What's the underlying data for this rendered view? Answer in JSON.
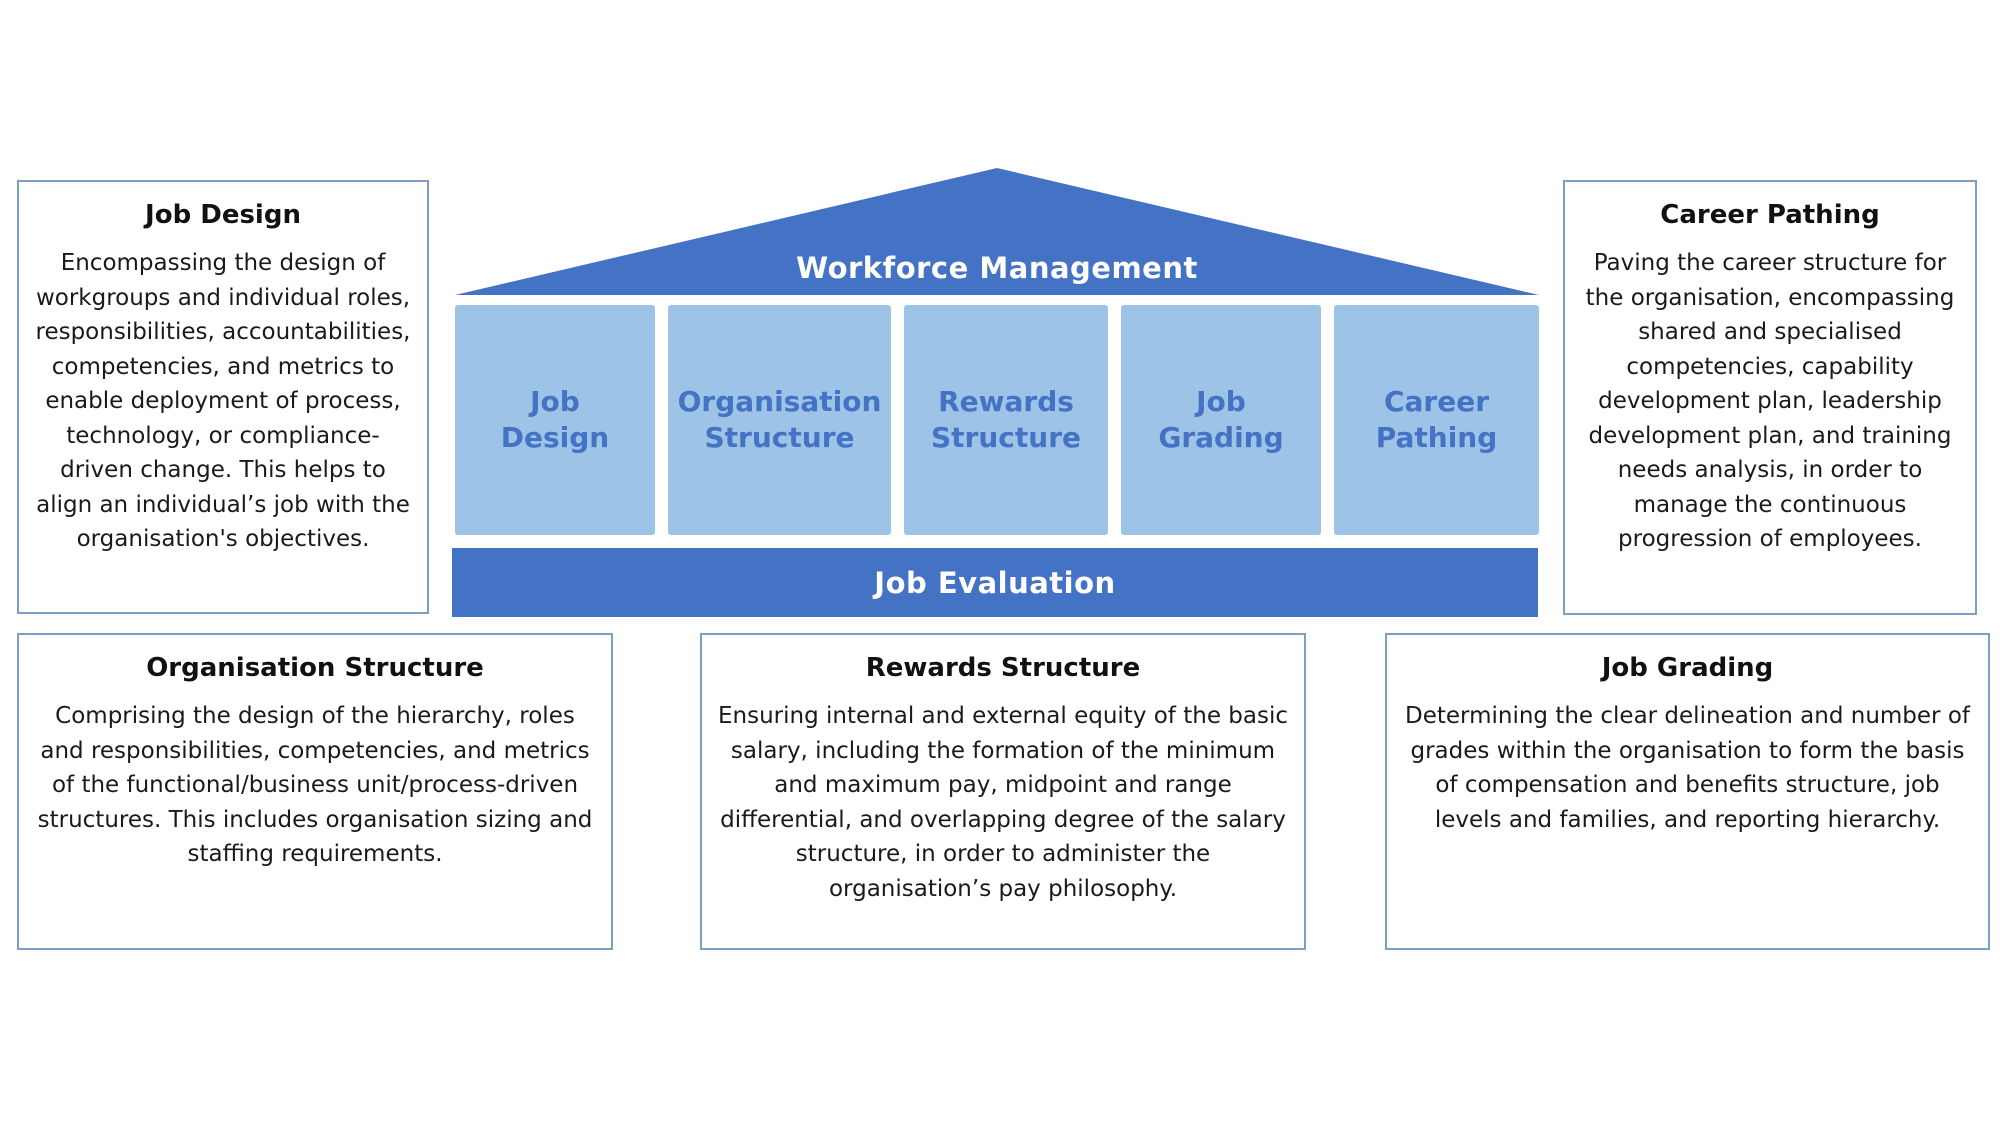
{
  "colors": {
    "accent_blue": "#4472C4",
    "pillar_fill": "#9DC3E6",
    "box_border": "#7DA0BE",
    "body_text": "#1A1A1A",
    "label_white": "#FFFFFF"
  },
  "temple": {
    "roof_label": "Workforce Management",
    "base_label": "Job Evaluation",
    "pillars": [
      {
        "line1": "Job",
        "line2": "Design"
      },
      {
        "line1": "Organisation",
        "line2": "Structure"
      },
      {
        "line1": "Rewards",
        "line2": "Structure"
      },
      {
        "line1": "Job",
        "line2": "Grading"
      },
      {
        "line1": "Career",
        "line2": "Pathing"
      }
    ]
  },
  "boxes": {
    "job_design": {
      "title": "Job Design",
      "body": "Encompassing the design of workgroups and individual roles, responsibilities, accountabilities, competencies, and metrics to enable deployment of process, technology, or compliance-driven change. This helps to align an individual’s job with the organisation's objectives."
    },
    "career_pathing": {
      "title": "Career Pathing",
      "body": "Paving the career structure for the organisation, encompassing shared and specialised competencies, capability development plan, leadership development plan, and training needs analysis, in order to manage the continuous progression of employees."
    },
    "organisation_structure": {
      "title": "Organisation Structure",
      "body": "Comprising the design of the hierarchy, roles and responsibilities, competencies, and metrics of the functional/business unit/process-driven structures.  This includes organisation sizing and staffing requirements."
    },
    "rewards_structure": {
      "title": "Rewards Structure",
      "body": "Ensuring internal and external equity of the basic salary, including the formation of the minimum and maximum pay, midpoint and range differential, and overlapping degree of the salary structure, in order to administer the organisation’s pay philosophy."
    },
    "job_grading": {
      "title": "Job Grading",
      "body": "Determining the clear delineation and number of grades within the organisation to form the basis of compensation and benefits structure, job levels and families, and reporting hierarchy."
    }
  }
}
